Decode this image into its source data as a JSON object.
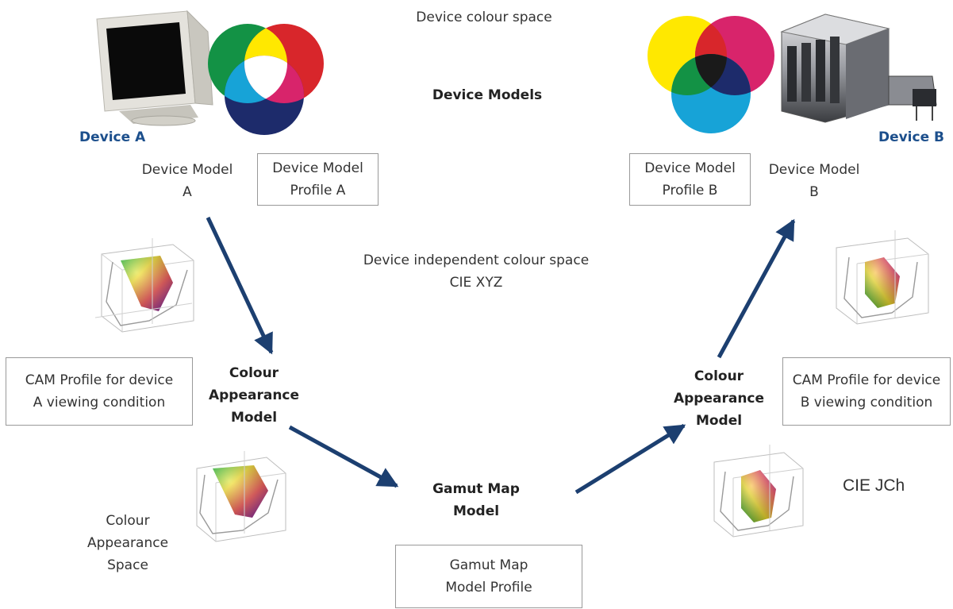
{
  "labels": {
    "device_colour_space": "Device colour space",
    "device_models": "Device Models",
    "device_a": "Device A",
    "device_b": "Device B",
    "device_model_a": [
      "Device Model",
      "A"
    ],
    "device_model_profile_a": [
      "Device Model",
      "Profile A"
    ],
    "device_model_profile_b": [
      "Device Model",
      "Profile B"
    ],
    "device_model_b": [
      "Device Model",
      "B"
    ],
    "device_independent": [
      "Device independent colour space",
      "CIE XYZ"
    ],
    "cam_profile_a": [
      "CAM Profile for device",
      "A viewing condition"
    ],
    "cam_profile_b": [
      "CAM Profile for device",
      "B viewing condition"
    ],
    "cam_left": [
      "Colour",
      "Appearance",
      "Model"
    ],
    "cam_right": [
      "Colour",
      "Appearance",
      "Model"
    ],
    "gamut_map_model": [
      "Gamut Map",
      "Model"
    ],
    "gamut_map_model_profile": [
      "Gamut Map",
      "Model Profile"
    ],
    "colour_appearance_space": [
      "Colour",
      "Appearance",
      "Space"
    ],
    "cie_jch": "CIE JCh"
  },
  "colors": {
    "arrow": "#1c3f70",
    "device_label": "#1c4f8c",
    "rgb_red": "#d8262b",
    "rgb_green": "#139245",
    "rgb_blue": "#1d2b6b",
    "cmy_cyan": "#17a3d7",
    "cmy_magenta": "#d8246b",
    "cmy_yellow": "#ffe800"
  },
  "icons": [
    "crt-monitor-icon",
    "rgb-venn-icon",
    "cmy-venn-icon",
    "printing-press-icon",
    "gamut-3d-plot-icon"
  ]
}
